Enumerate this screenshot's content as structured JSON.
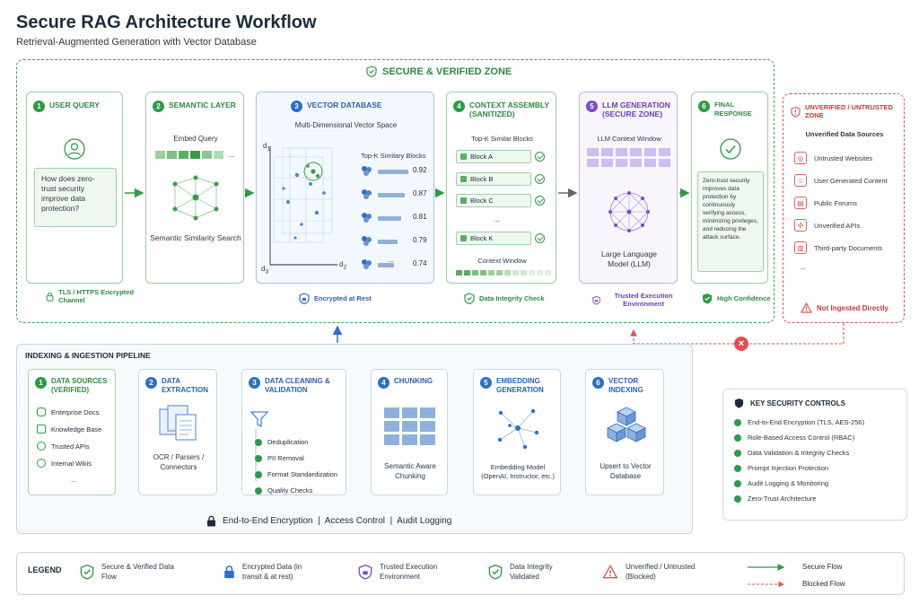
{
  "title": "Secure RAG Architecture Workflow",
  "subtitle": "Retrieval-Augmented Generation with Vector Database",
  "zone_title": "SECURE & VERIFIED ZONE",
  "steps": [
    {
      "num": "1",
      "title": "USER QUERY",
      "query": "How does zero-trust security improve data protection?",
      "caption": "TLS / HTTPS Encrypted Channel"
    },
    {
      "num": "2",
      "title": "SEMANTIC LAYER",
      "embed_label": "Embed Query",
      "dots": "...",
      "bottom": "Semantic Similarity Search"
    },
    {
      "num": "3",
      "title": "VECTOR DATABASE",
      "space_label": "Multi-Dimensional Vector Space",
      "topk_label": "Top-K Similary Blocks",
      "scores": [
        "0.92",
        "0.87",
        "0.81",
        "0.79",
        "0.74"
      ],
      "more": "...",
      "axes": [
        "d",
        "d",
        "d"
      ],
      "axis_subs": [
        "1",
        "2",
        "3"
      ],
      "caption": "Encrypted at Rest"
    },
    {
      "num": "4",
      "title": "CONTEXT ASSEMBLY (SANITIZED)",
      "topk_label": "Top-K Similar Blocks",
      "blocks": [
        "Block A",
        "Block B",
        "Block C",
        "...",
        "Block K"
      ],
      "window_label": "Context Window",
      "caption": "Data Integrity Check"
    },
    {
      "num": "5",
      "title": "LLM GENERATION (SECURE ZONE)",
      "window_label": "LLM Context Window",
      "model": "Large Language Model (LLM)",
      "caption": "Trusted Execution Environment"
    },
    {
      "num": "6",
      "title": "FINAL RESPONSE",
      "response": "Zero-trust security improves data protection by continuously verifying access, minimizing privileges, and reducing the attack surface.",
      "caption": "High Confidence"
    }
  ],
  "untrusted": {
    "title": "UNVERIFIED / UNTRUSTED ZONE",
    "subtitle": "Unverified Data Sources",
    "items": [
      "Untrusted Websites",
      "User Generated Content",
      "Public Forums",
      "Unverified APIs",
      "Third-party Documents"
    ],
    "more": "...",
    "caption": "Not Ingested Directly"
  },
  "pipeline": {
    "title": "INDEXING & INGESTION PIPELINE",
    "steps": [
      {
        "num": "1",
        "title": "DATA SOURCES (VERIFIED)",
        "items": [
          "Enterprise Docs",
          "Knowledge Base",
          "Trusted APIs",
          "Internal Wikis"
        ],
        "more": "..."
      },
      {
        "num": "2",
        "title": "DATA EXTRACTION",
        "bottom": "OCR / Parsers / Connectors"
      },
      {
        "num": "3",
        "title": "DATA CLEANING & VALIDATION",
        "items": [
          "Deduplication",
          "PII Removal",
          "Format Standardization",
          "Quality Checks"
        ]
      },
      {
        "num": "4",
        "title": "CHUNKING",
        "bottom": "Semantic Aware Chunking"
      },
      {
        "num": "5",
        "title": "EMBEDDING GENERATION",
        "bottom": "Embedding Model (OpenAI, Instructor, etc.)"
      },
      {
        "num": "6",
        "title": "VECTOR INDEXING",
        "bottom": "Upsert to Vector Database"
      }
    ],
    "footer": "End-to-End Encryption  |  Access Control  |  Audit Logging"
  },
  "controls": {
    "title": "KEY SECURITY CONTROLS",
    "items": [
      "End-to-End Encryption (TLS, AES-256)",
      "Role-Based Access Control (RBAC)",
      "Data Validation & Integrity Checks",
      "Prompt Injection Protection",
      "Audit Logging & Monitoring",
      "Zero-Trust Architecture"
    ]
  },
  "legend": {
    "title": "LEGEND",
    "items": [
      "Secure & Verified Data Flow",
      "Encrypted Data (in transit & at rest)",
      "Trusted Execution Environment",
      "Data Integrity Validated",
      "Unverified / Untrusted (Blocked)"
    ],
    "secure_flow": "Secure Flow",
    "blocked_flow": "Blocked Flow"
  },
  "colors": {
    "green": "#2f9a45",
    "blue": "#2d6fc6",
    "purple": "#7d4bc9",
    "red": "#e05050"
  }
}
